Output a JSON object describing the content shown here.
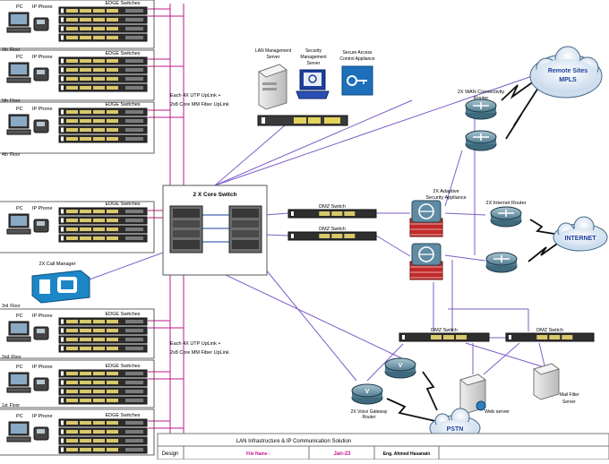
{
  "floors": {
    "labels": [
      "PC",
      "IP Phone"
    ],
    "switch_title": "EDGE Switches",
    "floor_word": "Floor",
    "floor_numbers": [
      "4th",
      "5th",
      "4th",
      "3rd",
      "2nd",
      "1st"
    ]
  },
  "core": {
    "title": "2 X Core Switch",
    "uplink_upper": [
      "Each 4X UTP UpLink +",
      "2x8 Core MM Fiber UpLink"
    ],
    "uplink_lower": [
      "Each 4X UTP UpLink +",
      "2x8 Core MM Fiber UpLink"
    ]
  },
  "servers": {
    "lan_mgmt": [
      "LAN Management",
      "Server"
    ],
    "sec_mgmt": [
      "Security",
      "Management",
      "Server"
    ],
    "sec_access": [
      "Secure Access",
      "Control Appliance"
    ]
  },
  "dmz": {
    "label": "DMZ Switch",
    "security_appliance": [
      "2X Adaptive",
      "Security Appliance"
    ],
    "web_server": "Web server",
    "mail_filter": [
      "Mail Filter",
      "Server"
    ]
  },
  "wan": {
    "remote_sites": [
      "Remote Sites",
      "MPLS"
    ],
    "wan_router": [
      "2X WAN Connectivity",
      "Router"
    ],
    "internet_router": "2X Internet Router",
    "internet": "INTERNET",
    "voice_gateway": [
      "2X Voice Gateway",
      "Router"
    ],
    "pstn": "PSTN",
    "call_manager": "2X Call Manager"
  },
  "title_block": {
    "title": "LAN Infrastructure & IP Communication Solution",
    "design": "Design",
    "file_name": "File Name :",
    "date": "Jan-23",
    "engineer": "Eng. Ahmed Hasanain"
  }
}
